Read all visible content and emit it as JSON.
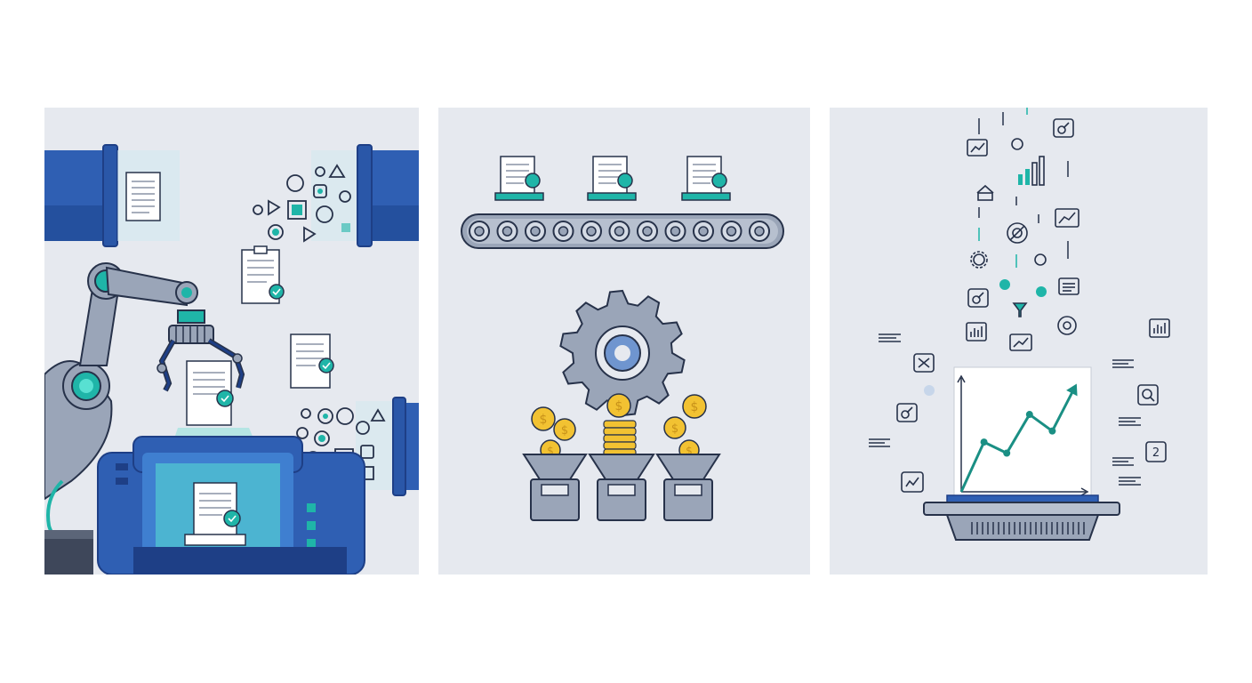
{
  "colors": {
    "panel_bg": "#e6e9ef",
    "primary_blue": "#2f5fb3",
    "dark_blue": "#1e3f86",
    "teal": "#1fb5a8",
    "teal_light": "#58e0d2",
    "steel": "#9aa5b8",
    "steel_dark": "#5b6578",
    "outline": "#27324a",
    "coin_gold": "#f2c232",
    "coin_dark": "#c8921a",
    "paper": "#ffffff"
  },
  "panels": [
    {
      "name": "automation-panel",
      "scene": "robotic-arm-document-processing"
    },
    {
      "name": "conveyor-panel",
      "scene": "conveyor-gear-coins"
    },
    {
      "name": "analytics-panel",
      "scene": "growth-chart-data-icons"
    }
  ],
  "icons": {
    "counter_badge_value": "2"
  },
  "chart_data": {
    "type": "line",
    "x": [
      0,
      1,
      2,
      3,
      4,
      5
    ],
    "y": [
      0,
      1.8,
      1.4,
      2.8,
      2.2,
      3.8
    ]
  }
}
